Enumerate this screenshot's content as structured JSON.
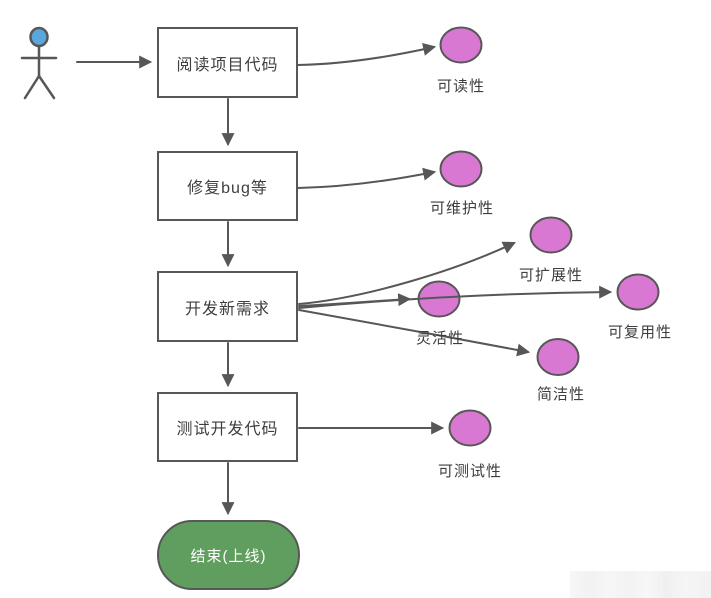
{
  "diagram": {
    "title": "code-quality-flowchart",
    "actor": {
      "name": "developer-actor"
    },
    "process_nodes": [
      {
        "id": "read-code",
        "label": "阅读项目代码"
      },
      {
        "id": "fix-bugs",
        "label": "修复bug等"
      },
      {
        "id": "new-features",
        "label": "开发新需求"
      },
      {
        "id": "test-code",
        "label": "测试开发代码"
      }
    ],
    "end_node": {
      "id": "end-online",
      "label": "结束(上线)"
    },
    "qualities": [
      {
        "id": "readability",
        "label": "可读性"
      },
      {
        "id": "maintainability",
        "label": "可维护性"
      },
      {
        "id": "extensibility",
        "label": "可扩展性"
      },
      {
        "id": "flexibility",
        "label": "灵活性"
      },
      {
        "id": "reusability",
        "label": "可复用性"
      },
      {
        "id": "simplicity",
        "label": "简洁性"
      },
      {
        "id": "testability",
        "label": "可测试性"
      }
    ],
    "colors": {
      "node_border": "#575757",
      "node_fill": "#ffffff",
      "quality_fill": "#d978d2",
      "end_fill": "#5f9e5f",
      "end_text": "#ffffff",
      "actor_head_fill": "#5aa7de",
      "arrow": "#575757",
      "text": "#3e3e3e"
    }
  }
}
